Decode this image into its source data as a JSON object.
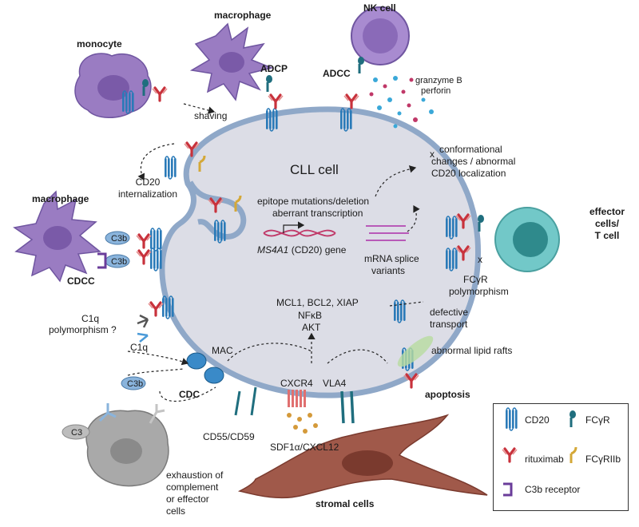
{
  "colors": {
    "cell_fill": "#dcdde6",
    "cell_border": "#8fa8c8",
    "immune_cell": "#9a7cc2",
    "nk_cell": "#a88bd0",
    "t_cell": "#72c8c8",
    "stromal_cell": "#a0594a",
    "exhausted_cell": "#a9a9a9",
    "cd20": "#2a7ab8",
    "rituximab": "#c8323c",
    "fcgr": "#1f6e7e",
    "fcgr_iib": "#d4a838",
    "c3b_receptor": "#6a3c9a",
    "c3b": "#8ab4dc"
  },
  "labels": {
    "monocyte": "monocyte",
    "macrophage_top": "macrophage",
    "nk_cell": "NK cell",
    "adcp": "ADCP",
    "adcc": "ADCC",
    "granzyme": "granzyme B",
    "perforin": "perforin",
    "shaving": "shaving",
    "cd20_internalization_1": "CD20",
    "cd20_internalization_2": "internalization",
    "cll_cell": "CLL cell",
    "conformational_1": "conformational",
    "conformational_2": "changes / abnormal",
    "conformational_3": "CD20 localization",
    "macrophage_left": "macrophage",
    "c3b_a": "C3b",
    "c3b_b": "C3b",
    "c3b_c": "C3b",
    "cdcc": "CDCC",
    "epitope_1": "epitope mutations/deletion",
    "epitope_2": "aberrant transcription",
    "gene_name": "MS4A1",
    "gene_suffix": " (CD20) gene",
    "mrna_1": "mRNA splice",
    "mrna_2": "variants",
    "effector_1": "effector",
    "effector_2": "cells/",
    "effector_3": "T cell",
    "fcgr_poly_1": "FCγR",
    "fcgr_poly_2": "polymorphism",
    "c1q_poly_1": "C1q",
    "c1q_poly_2": "polymorphism ?",
    "c1q": "C1q",
    "signals_1": "MCL1, BCL2, XIAP",
    "signals_2": "NFκB",
    "signals_3": "AKT",
    "defective_1": "defective",
    "defective_2": "transport",
    "mac": "MAC",
    "abnormal_lipid": "abnormal lipid rafts",
    "cdc": "CDC",
    "cxcr4": "CXCR4",
    "vla4": "VLA4",
    "apoptosis": "apoptosis",
    "c3": "C3",
    "cd55": "CD55/CD59",
    "sdf1": "SDF1α/CXCL12",
    "exhaustion_1": "exhaustion of",
    "exhaustion_2": "complement",
    "exhaustion_3": "or effector",
    "exhaustion_4": "cells",
    "stromal": "stromal cells",
    "x_mark_1": "x",
    "x_mark_2": "x"
  },
  "legend": {
    "cd20": "CD20",
    "fcgr": "FCγR",
    "rituximab": "rituximab",
    "fcgr_iib": "FCγRIIb",
    "c3b_receptor": "C3b receptor"
  }
}
